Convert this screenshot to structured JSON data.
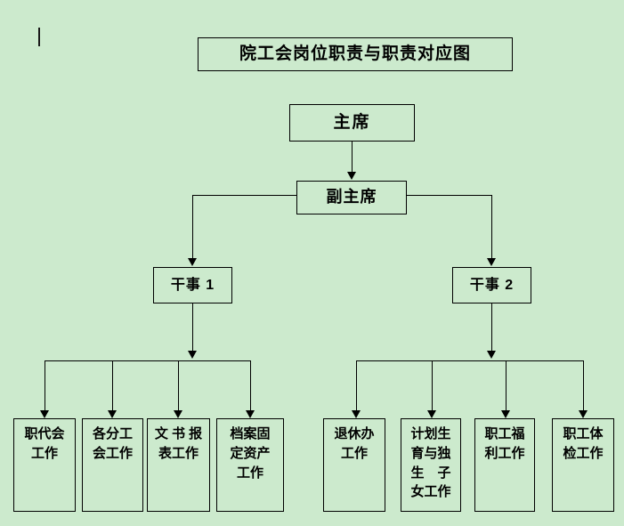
{
  "page": {
    "background_color": "#cceacd",
    "line_color": "#000000",
    "text_color": "#000000",
    "caret": "text-cursor"
  },
  "chart_data": {
    "type": "diagram",
    "title": "院工会岗位职责与职责对应图",
    "orientation": "top-down",
    "nodes": [
      {
        "id": "title",
        "label": "院工会岗位职责与职责对应图",
        "level": 0
      },
      {
        "id": "chairman",
        "label": "主席",
        "level": 1
      },
      {
        "id": "vice_chairman",
        "label": "副主席",
        "level": 2
      },
      {
        "id": "staff1",
        "label": "干事 1",
        "level": 3
      },
      {
        "id": "staff2",
        "label": "干事 2",
        "level": 3
      },
      {
        "id": "leaf1",
        "label": "职代会工作",
        "level": 4,
        "parent": "staff1"
      },
      {
        "id": "leaf2",
        "label": "各分工会工作",
        "level": 4,
        "parent": "staff1"
      },
      {
        "id": "leaf3",
        "label": "文书报表工作",
        "level": 4,
        "parent": "staff1"
      },
      {
        "id": "leaf4",
        "label": "档案固定资产工作",
        "level": 4,
        "parent": "staff1"
      },
      {
        "id": "leaf5",
        "label": "退休办工作",
        "level": 4,
        "parent": "staff2"
      },
      {
        "id": "leaf6",
        "label": "计划生育与独生子女工作",
        "level": 4,
        "parent": "staff2"
      },
      {
        "id": "leaf7",
        "label": "职工福利工作",
        "level": 4,
        "parent": "staff2"
      },
      {
        "id": "leaf8",
        "label": "职工体检工作",
        "level": 4,
        "parent": "staff2"
      }
    ],
    "edges": [
      {
        "from": "chairman",
        "to": "vice_chairman"
      },
      {
        "from": "vice_chairman",
        "to": "staff1"
      },
      {
        "from": "vice_chairman",
        "to": "staff2"
      },
      {
        "from": "staff1",
        "to": "leaf1"
      },
      {
        "from": "staff1",
        "to": "leaf2"
      },
      {
        "from": "staff1",
        "to": "leaf3"
      },
      {
        "from": "staff1",
        "to": "leaf4"
      },
      {
        "from": "staff2",
        "to": "leaf5"
      },
      {
        "from": "staff2",
        "to": "leaf6"
      },
      {
        "from": "staff2",
        "to": "leaf7"
      },
      {
        "from": "staff2",
        "to": "leaf8"
      }
    ]
  },
  "title": {
    "text": "院工会岗位职责与职责对应图"
  },
  "hierarchy": {
    "chairman": "主席",
    "vice_chairman": "副主席",
    "staff1": "干事 1",
    "staff2": "干事 2"
  },
  "leaves": {
    "left": [
      {
        "lines": [
          "职代会",
          "工作"
        ],
        "full": "职代会工作"
      },
      {
        "lines": [
          "各分工",
          "会工作"
        ],
        "full": "各分工会工作"
      },
      {
        "lines": [
          "文 书 报",
          "表工作"
        ],
        "full": "文书报表工作"
      },
      {
        "lines": [
          "档案固",
          "定资产",
          "工作"
        ],
        "full": "档案固定资产工作"
      }
    ],
    "right": [
      {
        "lines": [
          "退休办",
          "工作"
        ],
        "full": "退休办工作"
      },
      {
        "lines": [
          "计划生",
          "育与独",
          "生　子",
          "女工作"
        ],
        "full": "计划生育与独生子女工作"
      },
      {
        "lines": [
          "职工福",
          "利工作"
        ],
        "full": "职工福利工作"
      },
      {
        "lines": [
          "职工体",
          "检工作"
        ],
        "full": "职工体检工作"
      }
    ]
  }
}
